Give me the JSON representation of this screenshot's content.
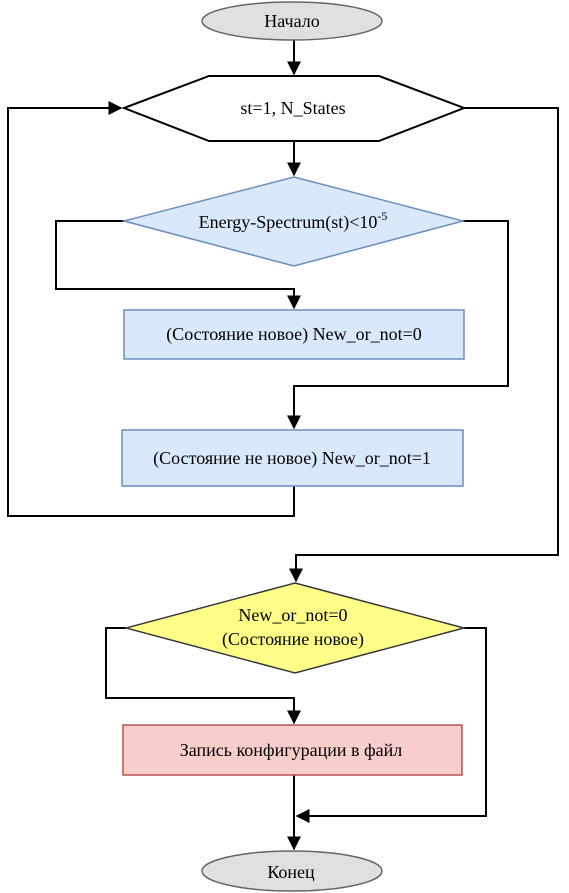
{
  "diagram": {
    "nodes": {
      "start": {
        "label": "Начало",
        "shape": "terminator",
        "fill": "#e0e0e0",
        "stroke": "#666666"
      },
      "loop": {
        "label": "st=1, N_States",
        "shape": "loop-hexagon",
        "fill": "#ffffff",
        "stroke": "#000000"
      },
      "check_energy": {
        "label_main": "Energy-Spectrum(st)<10",
        "label_exp": "-5",
        "shape": "decision",
        "fill": "#dae8fc",
        "stroke": "#6c8ebf"
      },
      "state_new": {
        "label": "(Состояние новое) New_or_not=0",
        "shape": "process",
        "fill": "#dae8fc",
        "stroke": "#6c8ebf"
      },
      "state_not_new": {
        "label": "(Состояние не новое) New_or_not=1",
        "shape": "process",
        "fill": "#dae8fc",
        "stroke": "#6c8ebf"
      },
      "check_new": {
        "label_line1": "New_or_not=0",
        "label_line2": "(Состояние новое)",
        "shape": "decision",
        "fill": "#ffff88",
        "stroke": "#36393d"
      },
      "write_config": {
        "label": "Запись конфигурации в файл",
        "shape": "process",
        "fill": "#f8cecc",
        "stroke": "#b85450"
      },
      "end": {
        "label": "Конец",
        "shape": "terminator",
        "fill": "#e0e0e0",
        "stroke": "#666666"
      }
    },
    "edges": [
      {
        "from": "start",
        "to": "loop"
      },
      {
        "from": "loop",
        "to": "check_energy"
      },
      {
        "from": "check_energy",
        "to": "state_new",
        "side": "left"
      },
      {
        "from": "check_energy",
        "to": "state_not_new",
        "side": "right"
      },
      {
        "from": "state_not_new",
        "to": "loop",
        "kind": "loop-back"
      },
      {
        "from": "loop",
        "to": "check_new",
        "kind": "loop-exit"
      },
      {
        "from": "check_new",
        "to": "write_config",
        "side": "left"
      },
      {
        "from": "check_new",
        "to": "end",
        "side": "right"
      },
      {
        "from": "write_config",
        "to": "end"
      }
    ]
  }
}
